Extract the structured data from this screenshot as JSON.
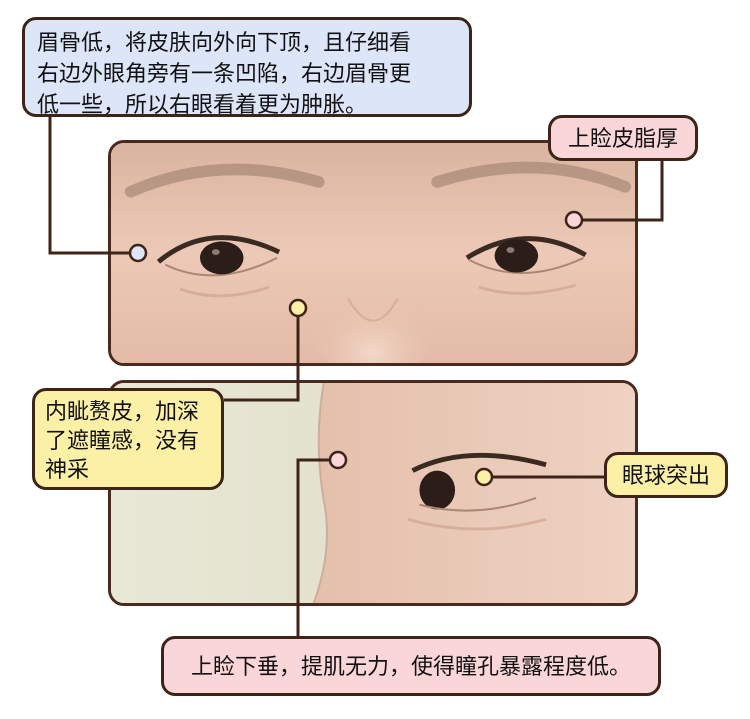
{
  "callouts": {
    "brow": "眉骨低，将皮肤向外向下顶，且仔细看\n右边外眼角旁有一条凹陷，右边眉骨更\n低一些，所以右眼看着更为肿胀。",
    "upper_lid_fat": "上睑皮脂厚",
    "epicanthus": "内眦赘皮，加深\n了遮瞳感，没有\n神采",
    "eyeball": "眼球突出",
    "ptosis": "上睑下垂，提肌无力，使得瞳孔暴露程度低。"
  },
  "colors": {
    "outline": "#3e2418",
    "blue_box": "#dde5f9",
    "pink_box": "#fbd6d9",
    "yellow_box": "#fcefa6",
    "skin": "#e9c6b3"
  }
}
